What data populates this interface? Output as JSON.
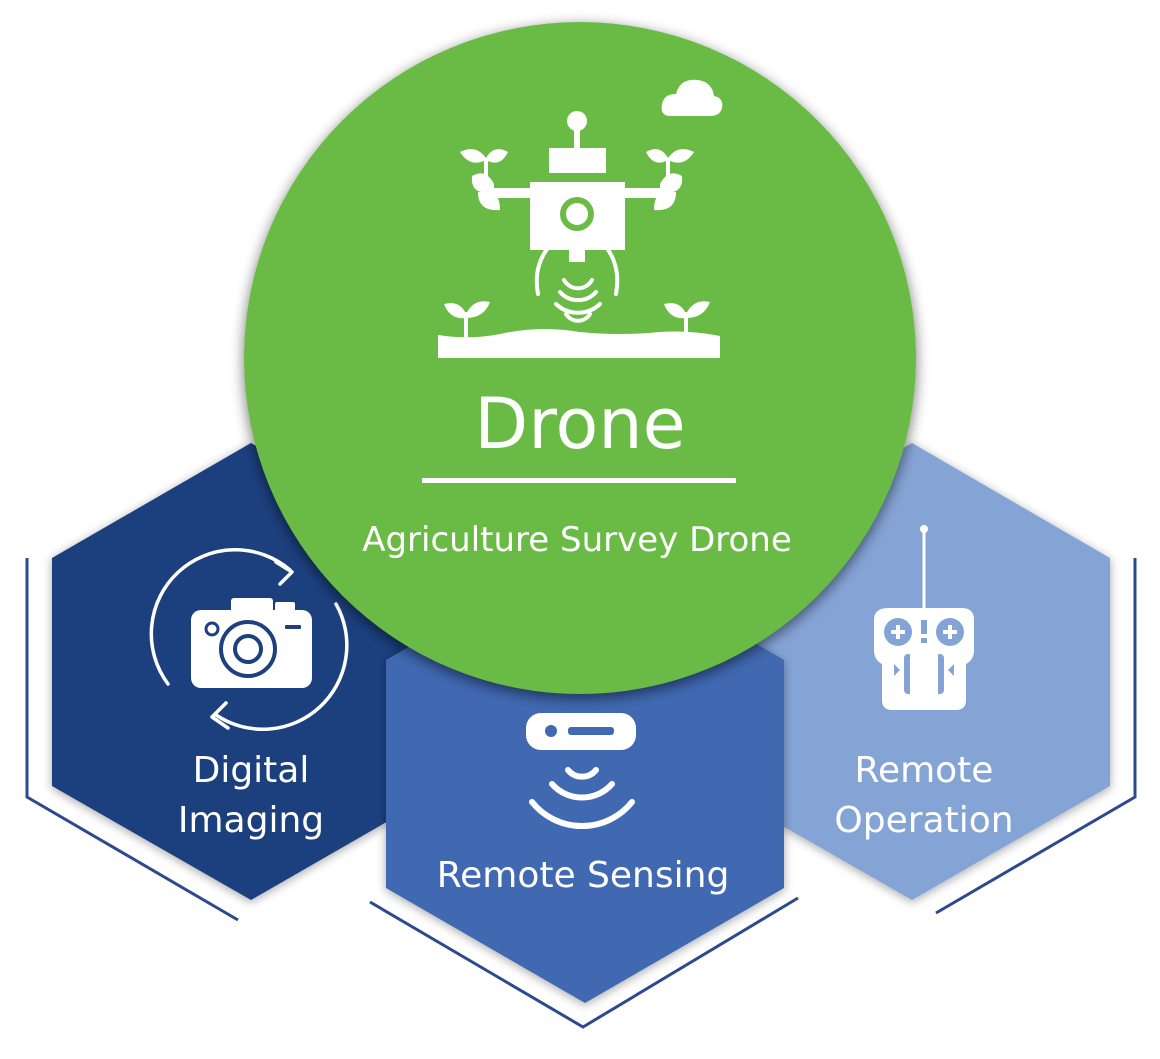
{
  "colors": {
    "green_circle": "#6bbb45",
    "hex_dark_blue": "#1e407e",
    "hex_mid_blue": "#3f69b2",
    "hex_light_blue": "#85a4d6",
    "outline_blue": "#2c4a8e",
    "icon_white": "#ffffff"
  },
  "center": {
    "title": "Drone",
    "subtitle": "Agriculture Survey Drone",
    "icon": "agriculture-drone-icon"
  },
  "segments": [
    {
      "line1": "Digital",
      "line2": "Imaging",
      "icon": "camera-rotate-icon"
    },
    {
      "line1": "Remote Sensing",
      "line2": "",
      "icon": "remote-sensor-icon"
    },
    {
      "line1": "Remote",
      "line2": "Operation",
      "icon": "remote-controller-icon"
    }
  ]
}
